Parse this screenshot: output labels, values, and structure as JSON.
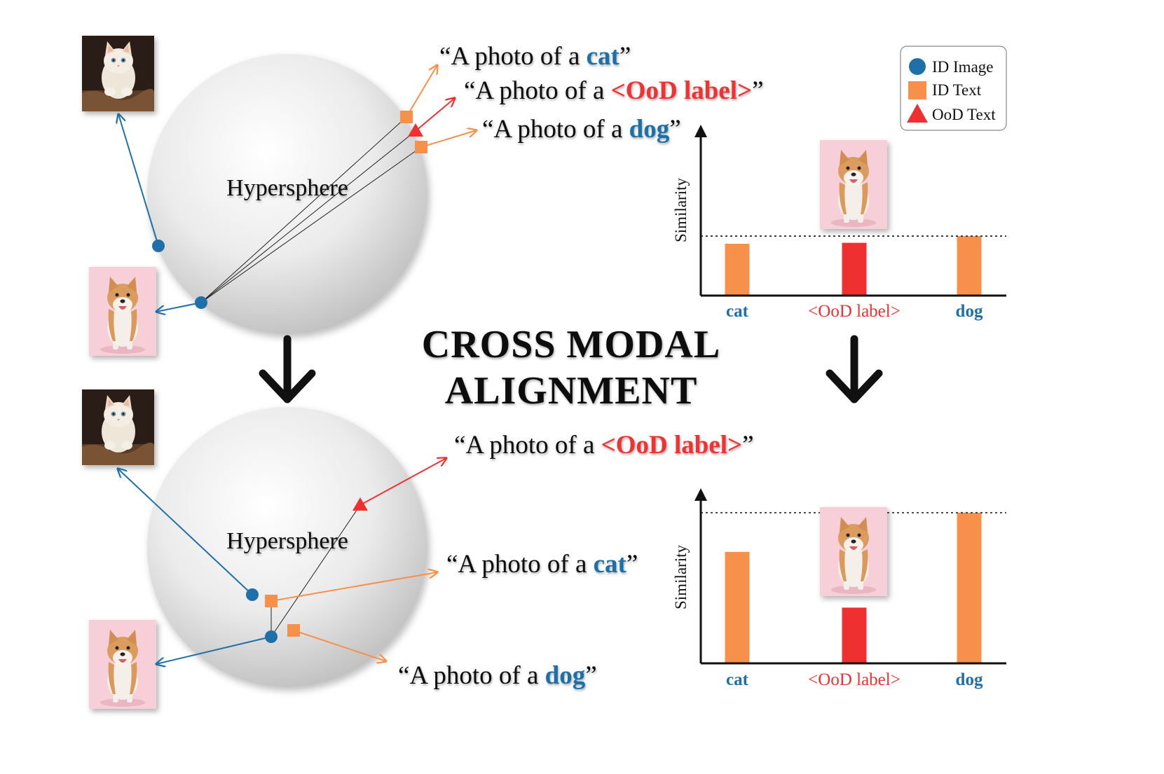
{
  "title": {
    "line1": "CROSS MODAL",
    "line2": "ALIGNMENT"
  },
  "legend": {
    "items": [
      {
        "label": "ID Image",
        "shape": "circle",
        "color": "#1f6fa8"
      },
      {
        "label": "ID Text",
        "shape": "square",
        "color": "#f7904a"
      },
      {
        "label": "OoD Text",
        "shape": "triangle",
        "color": "#f03030"
      }
    ]
  },
  "colors": {
    "id_image": "#1f6fa8",
    "id_text": "#f7904a",
    "ood": "#f03030",
    "id_label": "#1f6fa8"
  },
  "top_panel": {
    "sphere_label": "Hypersphere",
    "prompts": {
      "cat": {
        "prefix": "“A photo of a ",
        "label": "cat",
        "suffix": "”"
      },
      "ood": {
        "prefix": "“A photo of a ",
        "label": "<OoD label>",
        "suffix": "”"
      },
      "dog": {
        "prefix": "“A photo of a ",
        "label": "dog",
        "suffix": "”"
      }
    }
  },
  "bottom_panel": {
    "sphere_label": "Hypersphere",
    "prompts": {
      "ood": {
        "prefix": "“A photo of a ",
        "label": "<OoD label>",
        "suffix": "”"
      },
      "cat": {
        "prefix": "“A photo of a ",
        "label": "cat",
        "suffix": "”"
      },
      "dog": {
        "prefix": "“A photo of a ",
        "label": "dog",
        "suffix": "”"
      }
    }
  },
  "chart_data": [
    {
      "type": "bar",
      "ylabel": "Similarity",
      "categories": [
        "cat",
        "<OoD label>",
        "dog"
      ],
      "values": [
        0.54,
        0.55,
        0.62
      ],
      "bar_colors": [
        "#f7904a",
        "#f03030",
        "#f7904a"
      ],
      "threshold": 0.62,
      "ylim": [
        0,
        1
      ]
    },
    {
      "type": "bar",
      "ylabel": "Similarity",
      "categories": [
        "cat",
        "<OoD label>",
        "dog"
      ],
      "values": [
        0.74,
        0.37,
        1.0
      ],
      "bar_colors": [
        "#f7904a",
        "#f03030",
        "#f7904a"
      ],
      "threshold": 1.0,
      "ylim": [
        0,
        1
      ]
    }
  ]
}
